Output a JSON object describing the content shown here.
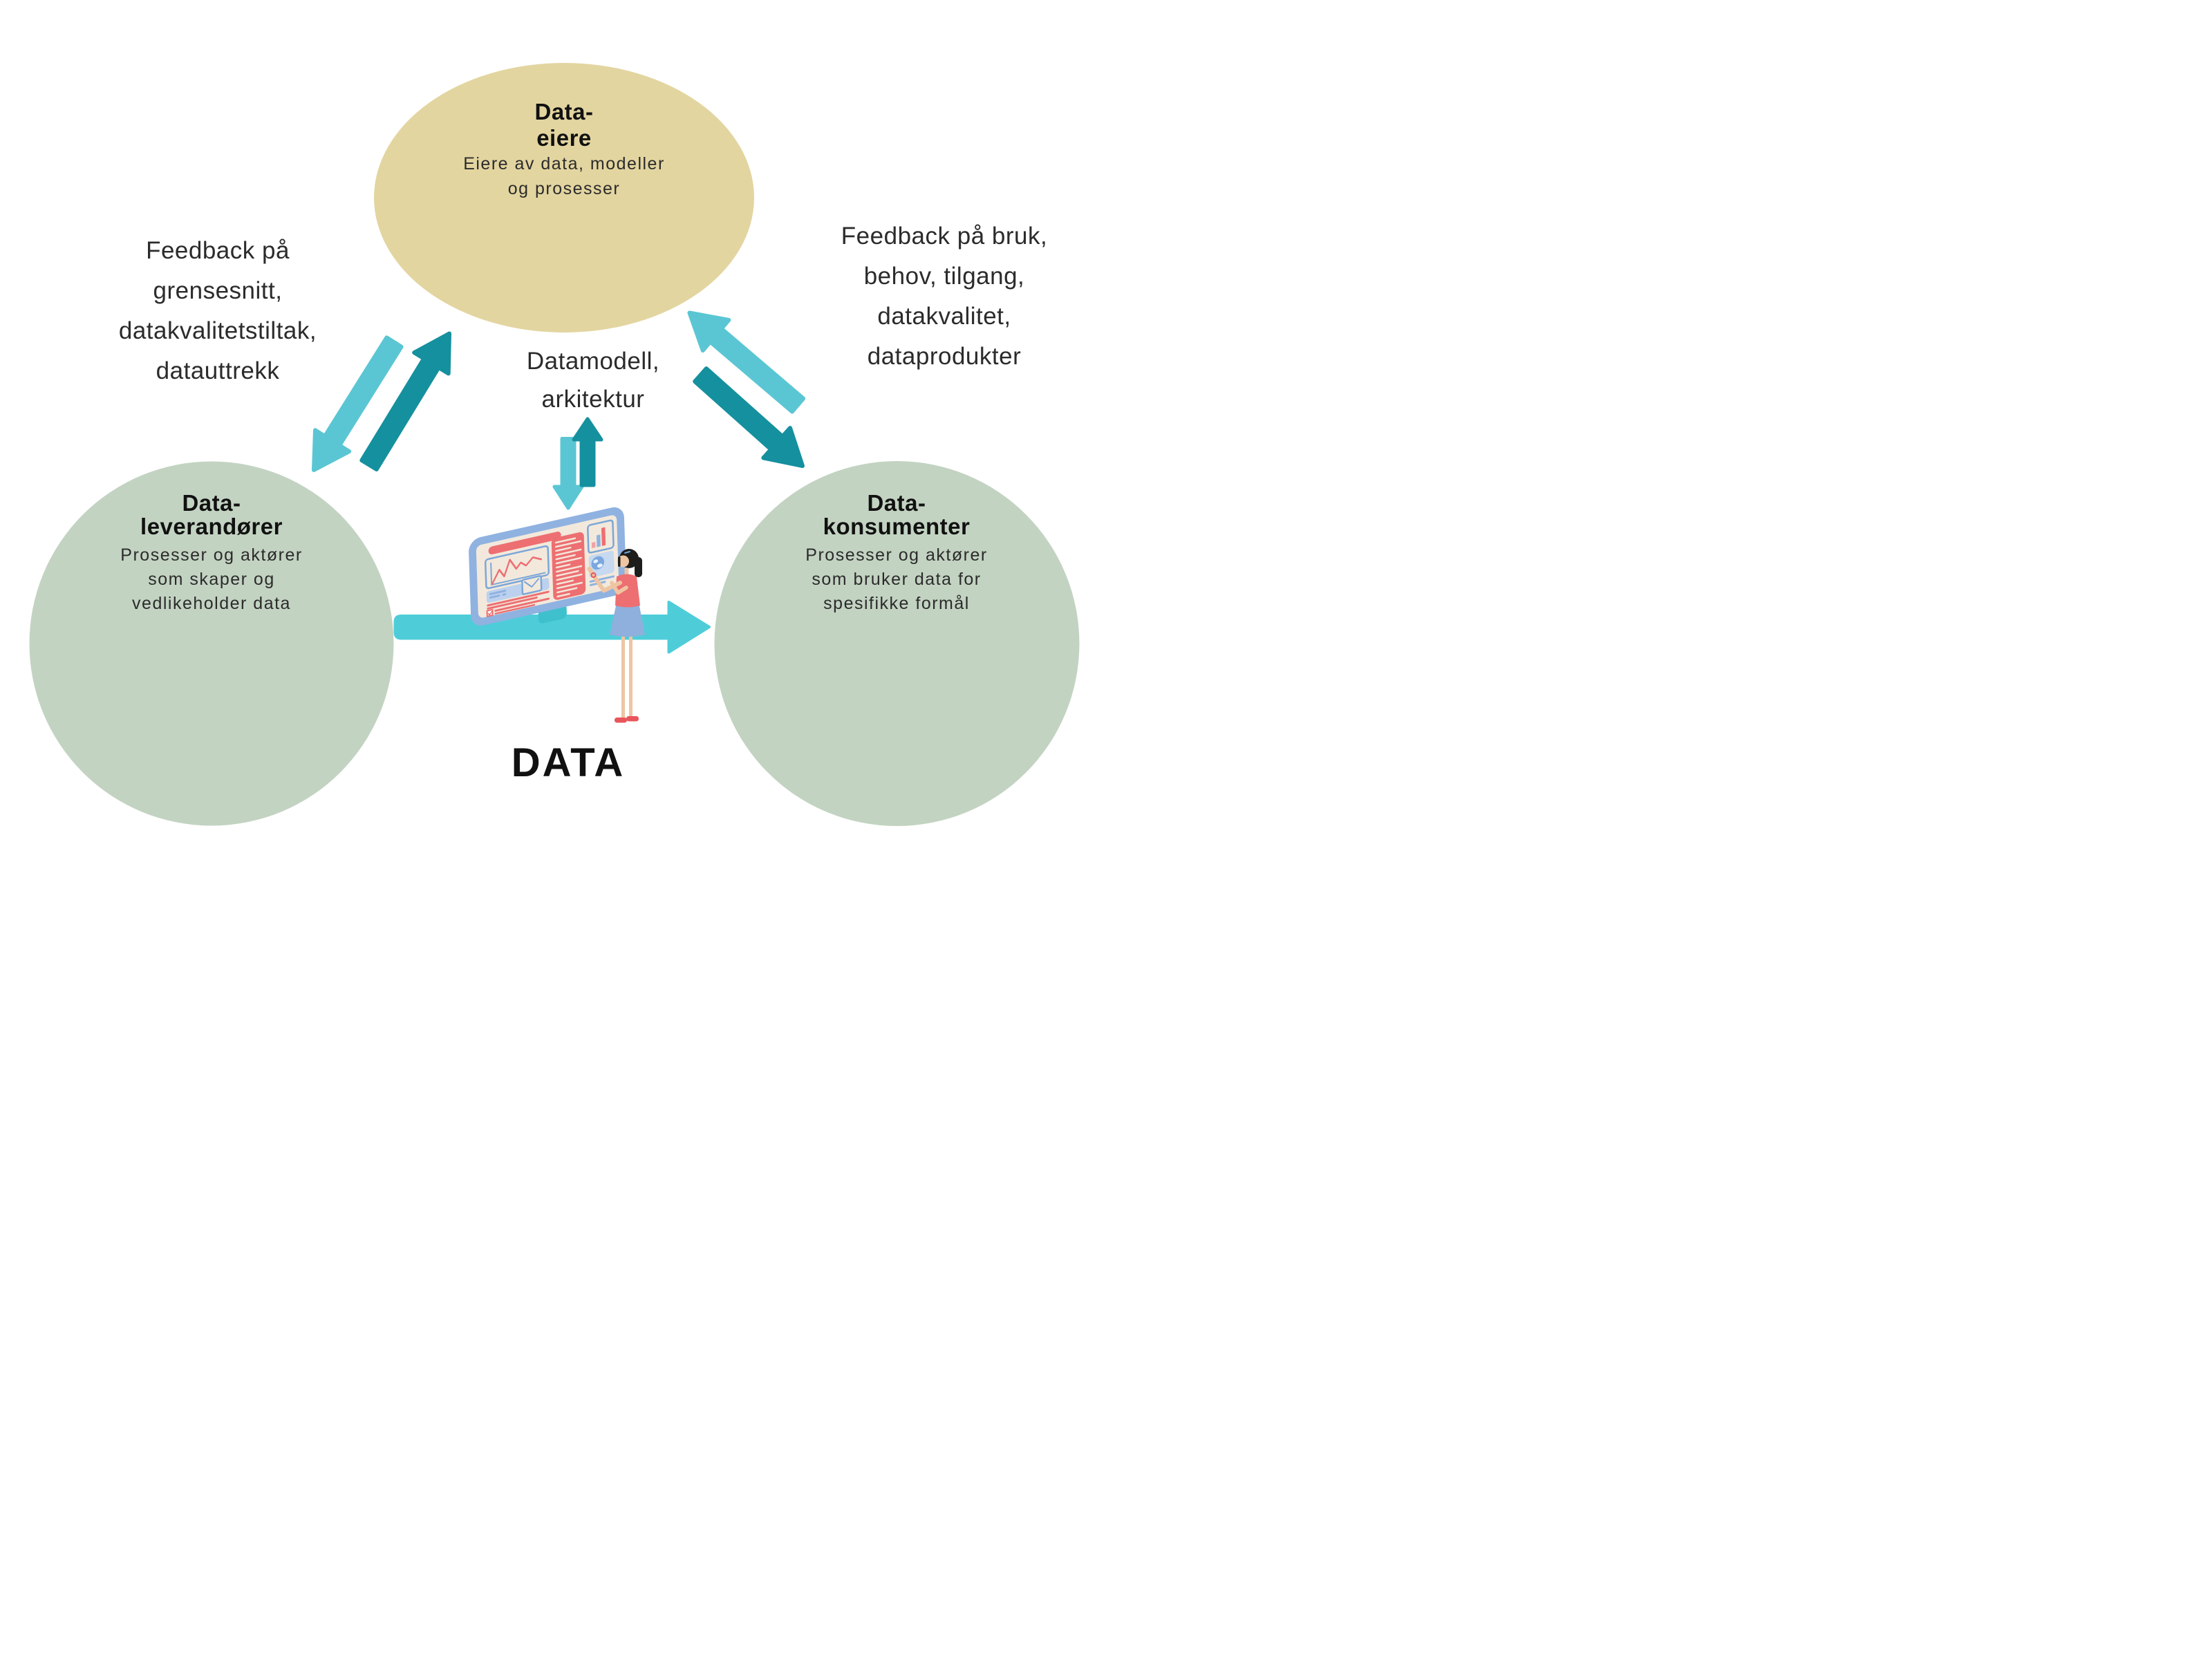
{
  "colors": {
    "background": "#ffffff",
    "owners_fill": "#e3d5a0",
    "role_fill": "#c3d3c2",
    "arrow_light": "#5bc6d3",
    "arrow_bright": "#4ecdd9",
    "arrow_dark": "#15909e",
    "dashboard_frame": "#8fb2e0",
    "dashboard_screen": "#f2e9dc",
    "dashboard_red": "#ed6f72",
    "title_text": "#111111",
    "body_text": "#2b2b2b"
  },
  "nodes": {
    "owners": {
      "title_line1": "Data-",
      "title_line2": "eiere",
      "body_line1": "Eiere av data, modeller",
      "body_line2": "og prosesser"
    },
    "suppliers": {
      "title_line1": "Data-",
      "title_line2": "leverandører",
      "body_line1": "Prosesser og aktører",
      "body_line2": "som skaper og",
      "body_line3": "vedlikeholder data"
    },
    "consumers": {
      "title_line1": "Data-",
      "title_line2": "konsumenter",
      "body_line1": "Prosesser og aktører",
      "body_line2": "som bruker data for",
      "body_line3": "spesifikke formål"
    }
  },
  "annotations": {
    "left_feedback_line1": "Feedback på",
    "left_feedback_line2": "grensesnitt,",
    "left_feedback_line3": "datakvalitetstiltak,",
    "left_feedback_line4": "datauttrekk",
    "right_feedback_line1": "Feedback på bruk,",
    "right_feedback_line2": "behov, tilgang,",
    "right_feedback_line3": "datakvalitet,",
    "right_feedback_line4": "dataprodukter",
    "center_line1": "Datamodell,",
    "center_line2": "arkitektur",
    "data_caption": "DATA"
  }
}
